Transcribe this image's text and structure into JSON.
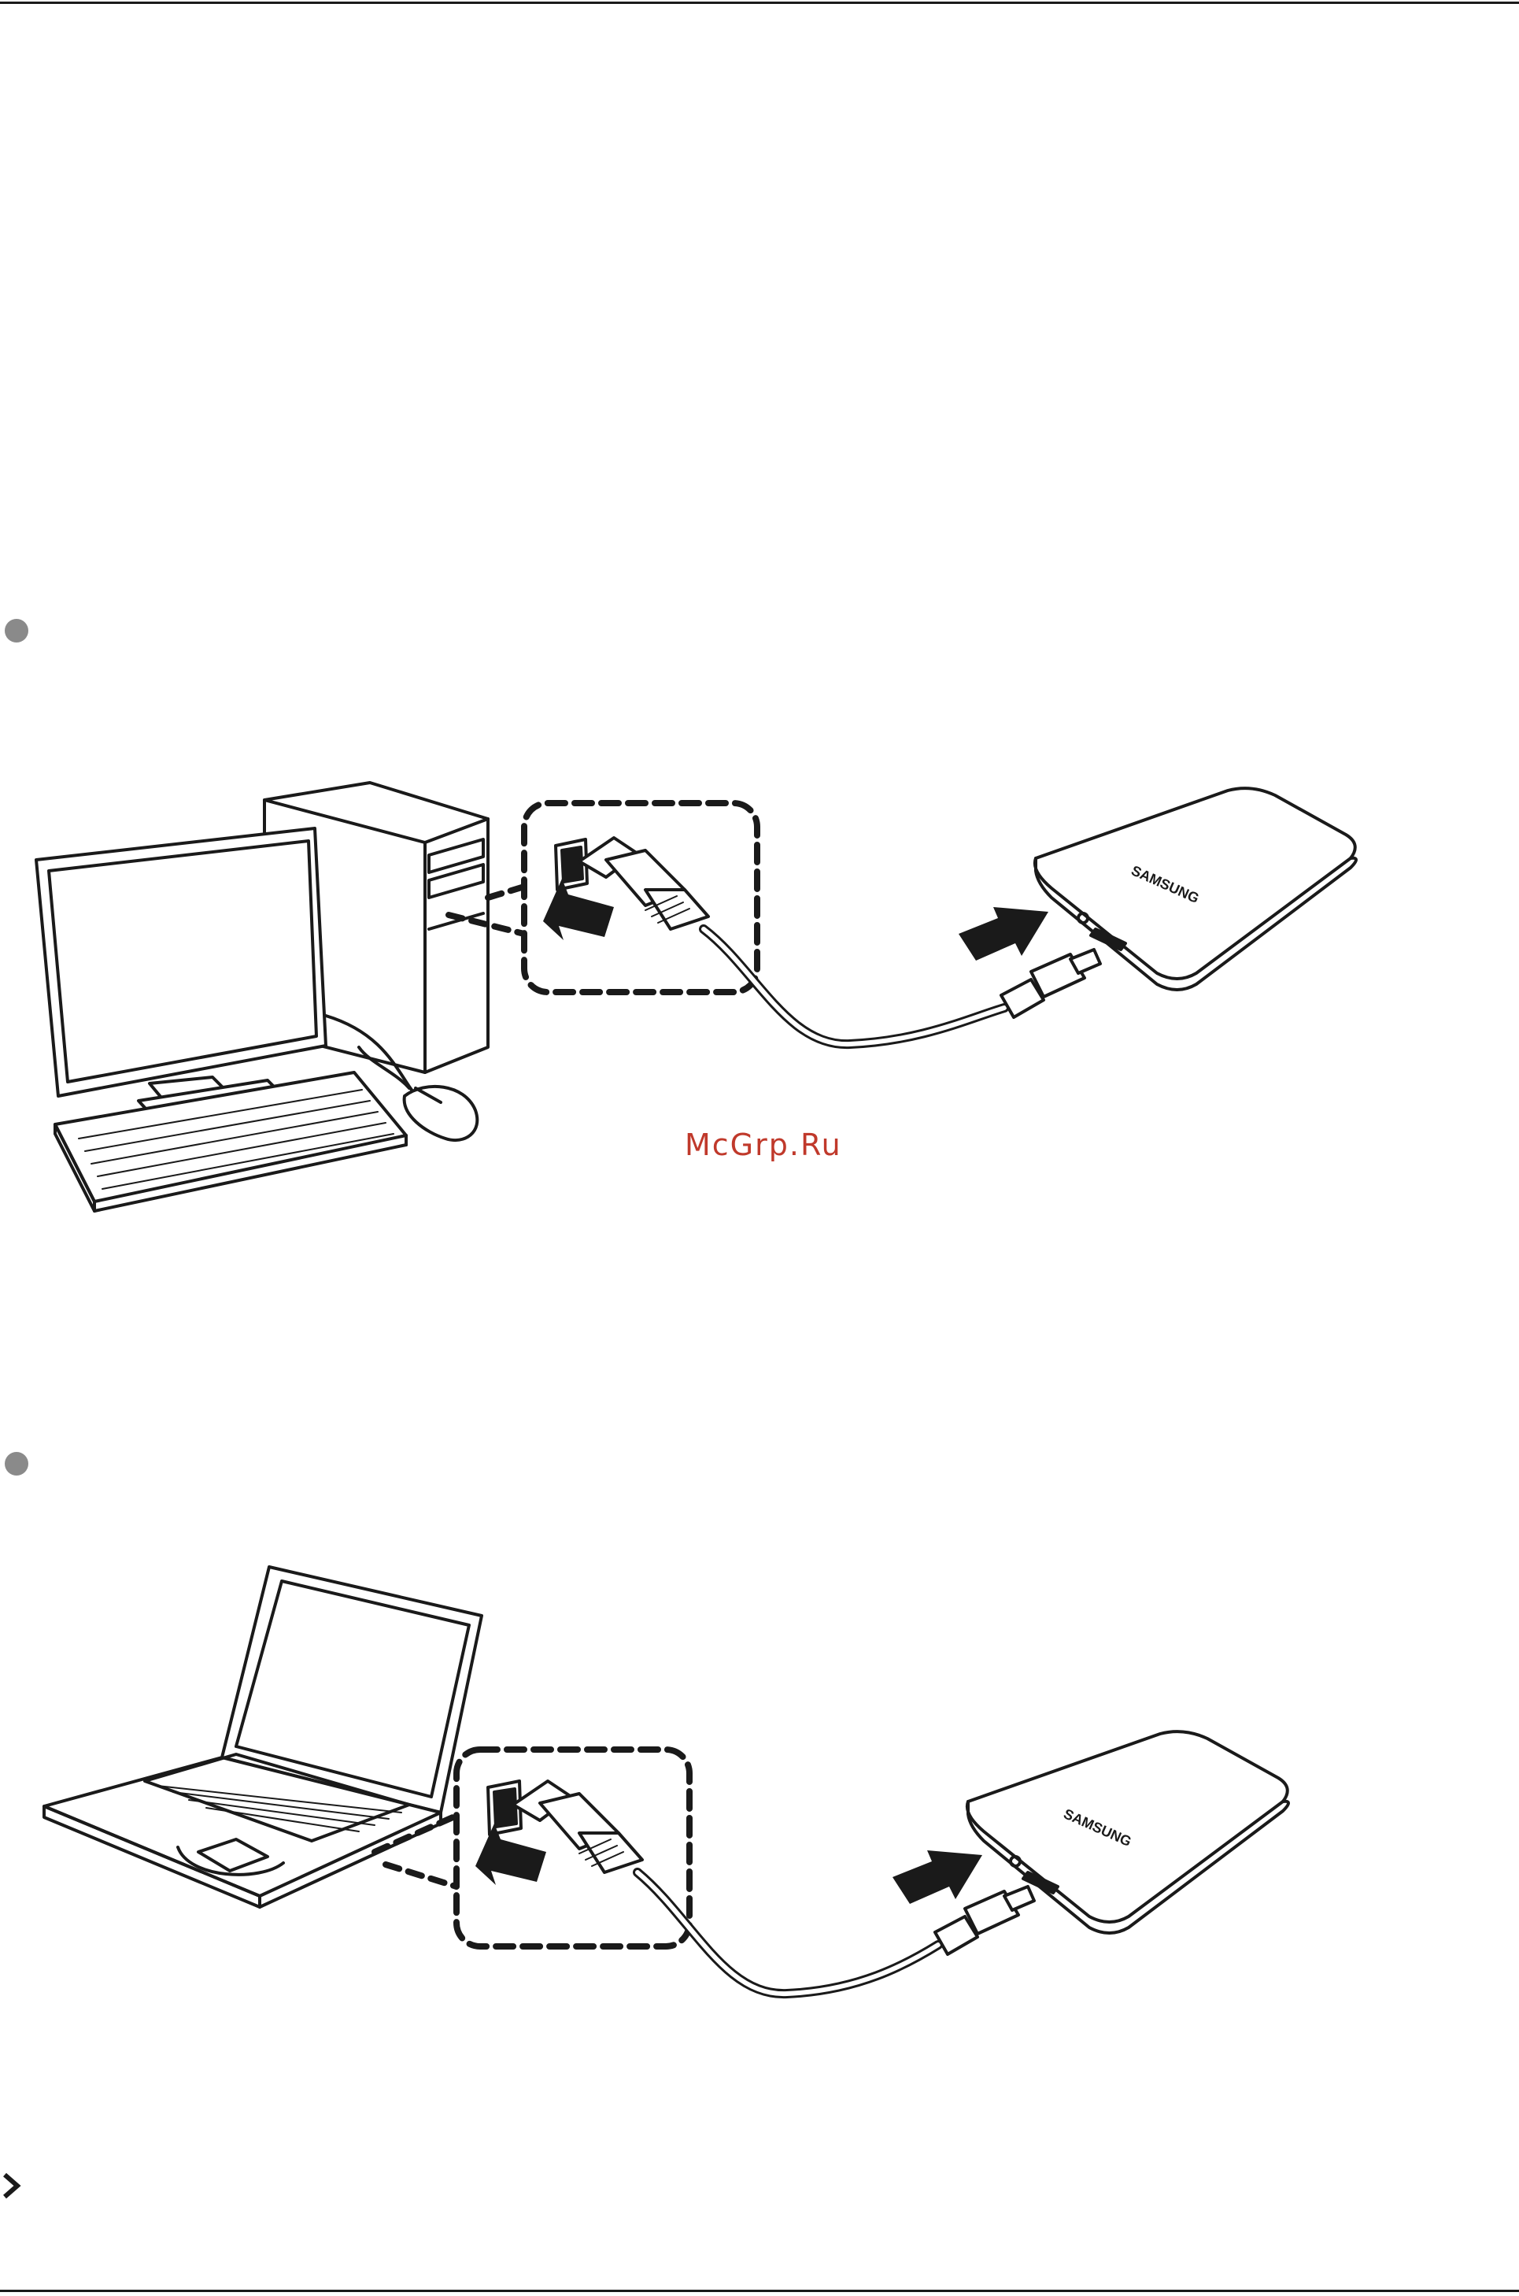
{
  "watermark": {
    "text": "McGrp.Ru"
  },
  "figures": {
    "desktop": {
      "drive_brand": "SAMSUNG"
    },
    "laptop": {
      "drive_brand": "SAMSUNG"
    }
  },
  "icons": {
    "bullet_1": "bullet-dot-icon",
    "bullet_2": "bullet-dot-icon",
    "nav": "chevron-right-icon"
  },
  "colors": {
    "line": "#1a1a1a",
    "bullet": "#8a8a8a",
    "watermark": "#c0392b"
  }
}
